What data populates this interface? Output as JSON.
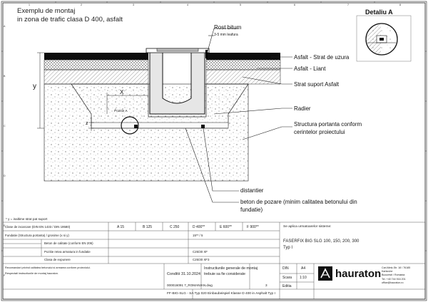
{
  "drawing": {
    "title_line1": "Exemplu de montaj",
    "title_line2": "in zona de trafic clasa D 400, asfalt",
    "labels": {
      "rost_bitum": "Rost bitum",
      "leafing": "3-5 mm leafura",
      "asfalt_uzura": "Asfalt - Strat de uzura",
      "asfalt_liant": "Asfalt - Liant",
      "strat_suport": "Strat suport Asfalt",
      "radier": "Radier",
      "structura_line1": "Structura portanta conform",
      "structura_line2": "cerintelor proiectului",
      "distantier": "distantier",
      "beton_line1": "beton de pozare (minim calitatea betonului din",
      "beton_line2": "fundatie)",
      "dim_y": "y",
      "dim_x": "X",
      "dim_z": "z",
      "detail_ref": "Pozitie A",
      "footnote": "* y = inaltime strat pat suport"
    },
    "detail": {
      "title": "Detaliu A"
    },
    "grid": {
      "top": [
        "1",
        "2",
        "3",
        "4",
        "5",
        "6",
        "7",
        "8"
      ],
      "left": [
        "A",
        "B",
        "C",
        "D",
        "E",
        "F"
      ]
    }
  },
  "title_block": {
    "class_row": {
      "label": "Clase de incarcare (DIN EN 1433 / DIN 19580)",
      "classes": [
        "A 15",
        "B 125",
        "C 250",
        "D 400**",
        "E 600**",
        "F 900**"
      ]
    },
    "row2": {
      "label": "Fundatie (Structura portanta) / grosime (x si y)",
      "value": "15** / 5"
    },
    "row3": {
      "label": "Beton de calitate (conform EN 206)",
      "value": ""
    },
    "row4": {
      "label": "Pozitie retea armatura in fundatie",
      "value": "C25/30 XF"
    },
    "row5": {
      "label": "Clasa de expunere",
      "value": "C25/30 XF3"
    },
    "notes": "Recomandari privind calitatea betonului si armarea conform proiectului.",
    "notes2": "Respectati instructiunile de montaj hauraton.",
    "product_header": "Se aplica urmatoarelor sisteme:",
    "product_line1": "FASERFIX BIG SLG 100, 150, 200, 300",
    "product_line2": "Typ I",
    "conditii_label": "Conditii",
    "date": "31.10.2024",
    "instr_line1": "Instructiunile generale de montaj",
    "instr_line2": "trebuie sa fie considerate",
    "din_label": "DIN",
    "din_value": "A4",
    "scale_label": "Scara",
    "scale_value": "1:10",
    "edition_label": "Editia",
    "drawing_no": "000016091 7_ROMANIAN.dwg",
    "sheet": "3",
    "footer_line": "FF-BIG-SLG - SA Typ 020 Einbaubeispiel Klasse D 400 in Asphalt Typ I",
    "company_lines": [
      "Carl-Metz-Str. 18 / 76185",
      "Karlsruhe",
      "Bucuresti / Romania"
    ],
    "phone_lines": [
      "Tel. +40 744 916 201",
      "office@hauraton.ro"
    ],
    "logo_text": "hauraton"
  },
  "colors": {
    "line": "#111111",
    "asphalt": "#000000",
    "gravel": "#ffffff",
    "concrete_fill": "#f2f2f2"
  }
}
